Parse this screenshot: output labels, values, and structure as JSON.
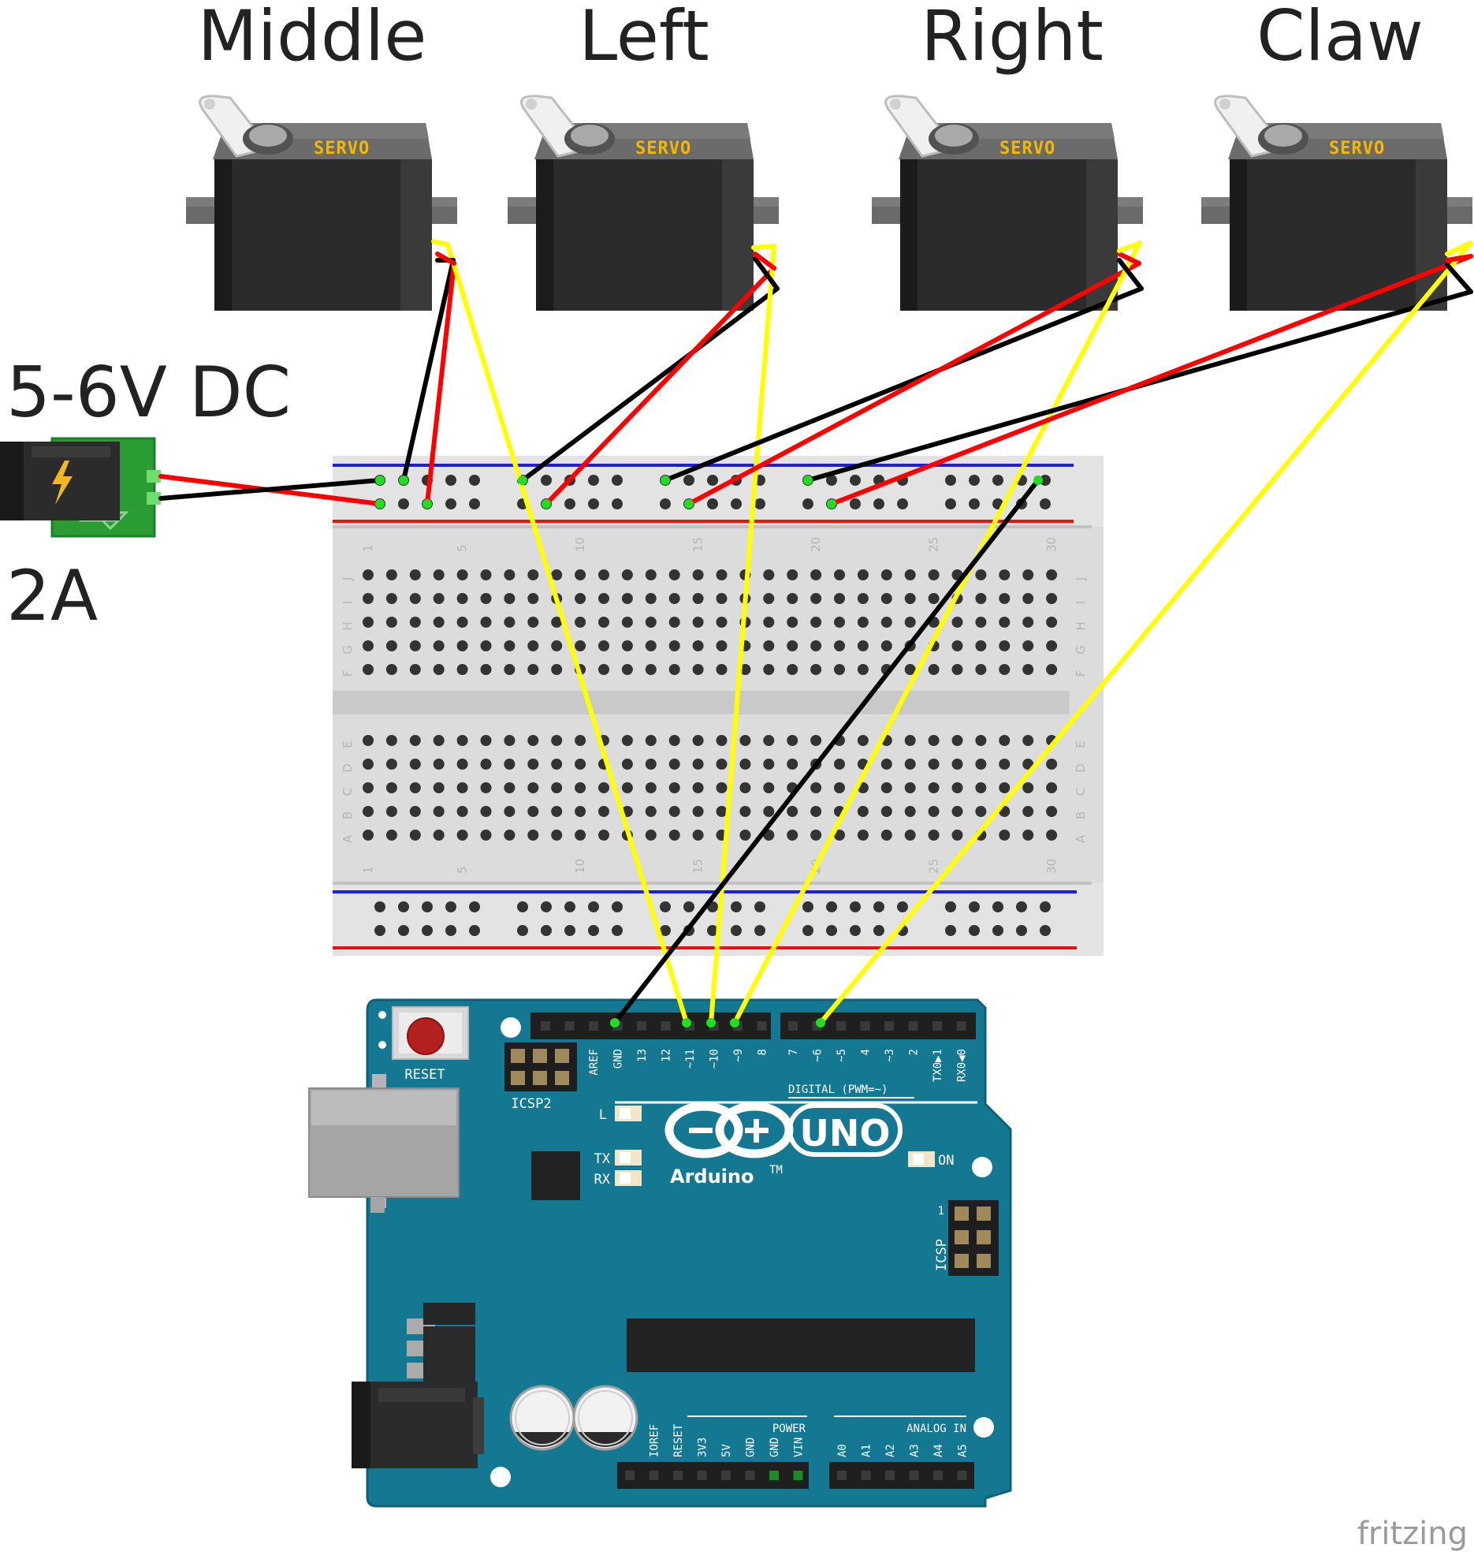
{
  "power_supply": {
    "voltage_label": "5-6V DC",
    "current_label": "2A",
    "icon": "lightning-bolt-icon"
  },
  "servos": [
    {
      "label": "Middle",
      "body_text": "SERVO"
    },
    {
      "label": "Left",
      "body_text": "SERVO"
    },
    {
      "label": "Right",
      "body_text": "SERVO"
    },
    {
      "label": "Claw",
      "body_text": "SERVO"
    }
  ],
  "breadboard": {
    "column_numbers": [
      "1",
      "5",
      "10",
      "15",
      "20",
      "25",
      "30"
    ],
    "row_letters_top": [
      "J",
      "I",
      "H",
      "G",
      "F"
    ],
    "row_letters_bottom": [
      "E",
      "D",
      "C",
      "B",
      "A"
    ]
  },
  "arduino": {
    "reset_label": "RESET",
    "icsp2_label": "ICSP2",
    "icsp_label": "ICSP",
    "icsp_pin1": "1",
    "led_l": "L",
    "led_tx": "TX",
    "led_rx": "RX",
    "led_on": "ON",
    "brand": "Arduino",
    "trademark": "TM",
    "model": "UNO",
    "digital_label": "DIGITAL (PWM=~)",
    "digital_pins": [
      "AREF",
      "GND",
      "13",
      "12",
      "~11",
      "~10",
      "~9",
      "8",
      "7",
      "~6",
      "~5",
      "4",
      "~3",
      "2",
      "TX0▶1",
      "RX0◀0"
    ],
    "power_label": "POWER",
    "power_pins": [
      "IOREF",
      "RESET",
      "3V3",
      "5V",
      "GND",
      "GND",
      "VIN"
    ],
    "analog_label": "ANALOG IN",
    "analog_pins": [
      "A0",
      "A1",
      "A2",
      "A3",
      "A4",
      "A5"
    ]
  },
  "wire_colors": {
    "signal": "#ffff00",
    "power": "#ff0000",
    "ground": "#000000",
    "pin_highlight": "#22dd22"
  },
  "watermark": "fritzing"
}
